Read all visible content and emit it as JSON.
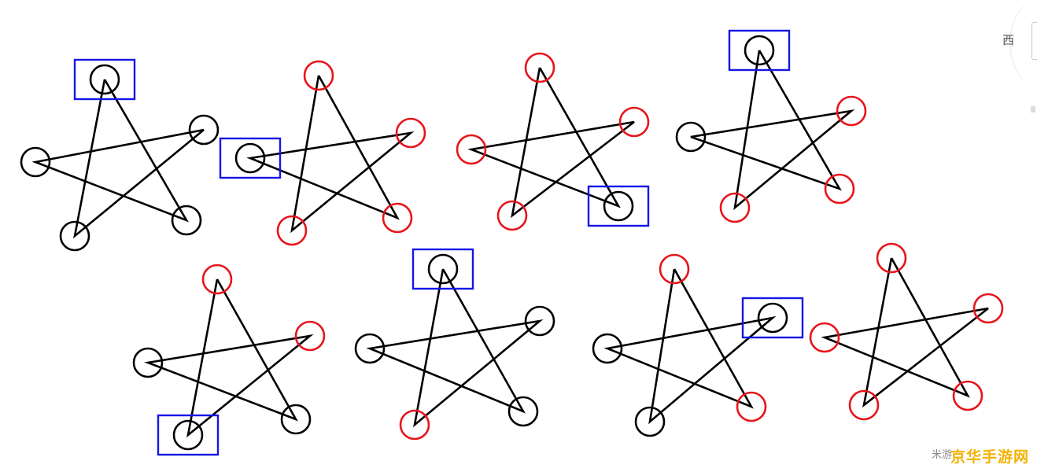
{
  "colors": {
    "line": "#000000",
    "highlight_circle": "#e8141b",
    "select_box": "#1416e6",
    "normal_circle": "#000000"
  },
  "side_label": "西",
  "watermark": {
    "small": "米游",
    "brand": "京华手游网"
  },
  "stars": [
    {
      "circles": [
        "black",
        "black",
        "black",
        "black",
        "black"
      ],
      "boxed_vertex": "top"
    },
    {
      "circles": [
        "red",
        "red",
        "red",
        "red",
        "black"
      ],
      "boxed_vertex": "left"
    },
    {
      "circles": [
        "red",
        "red",
        "black",
        "red",
        "red"
      ],
      "boxed_vertex": "bottom-right"
    },
    {
      "circles": [
        "black",
        "red",
        "red",
        "red",
        "black"
      ],
      "boxed_vertex": "top"
    },
    {
      "circles": [
        "red",
        "red",
        "black",
        "black",
        "black"
      ],
      "boxed_vertex": "bottom-left"
    },
    {
      "circles": [
        "black",
        "black",
        "black",
        "red",
        "black"
      ],
      "boxed_vertex": "top"
    },
    {
      "circles": [
        "red",
        "black",
        "red",
        "black",
        "black"
      ],
      "boxed_vertex": "right"
    },
    {
      "circles": [
        "red",
        "red",
        "red",
        "red",
        "red"
      ],
      "boxed_vertex": "none"
    }
  ]
}
